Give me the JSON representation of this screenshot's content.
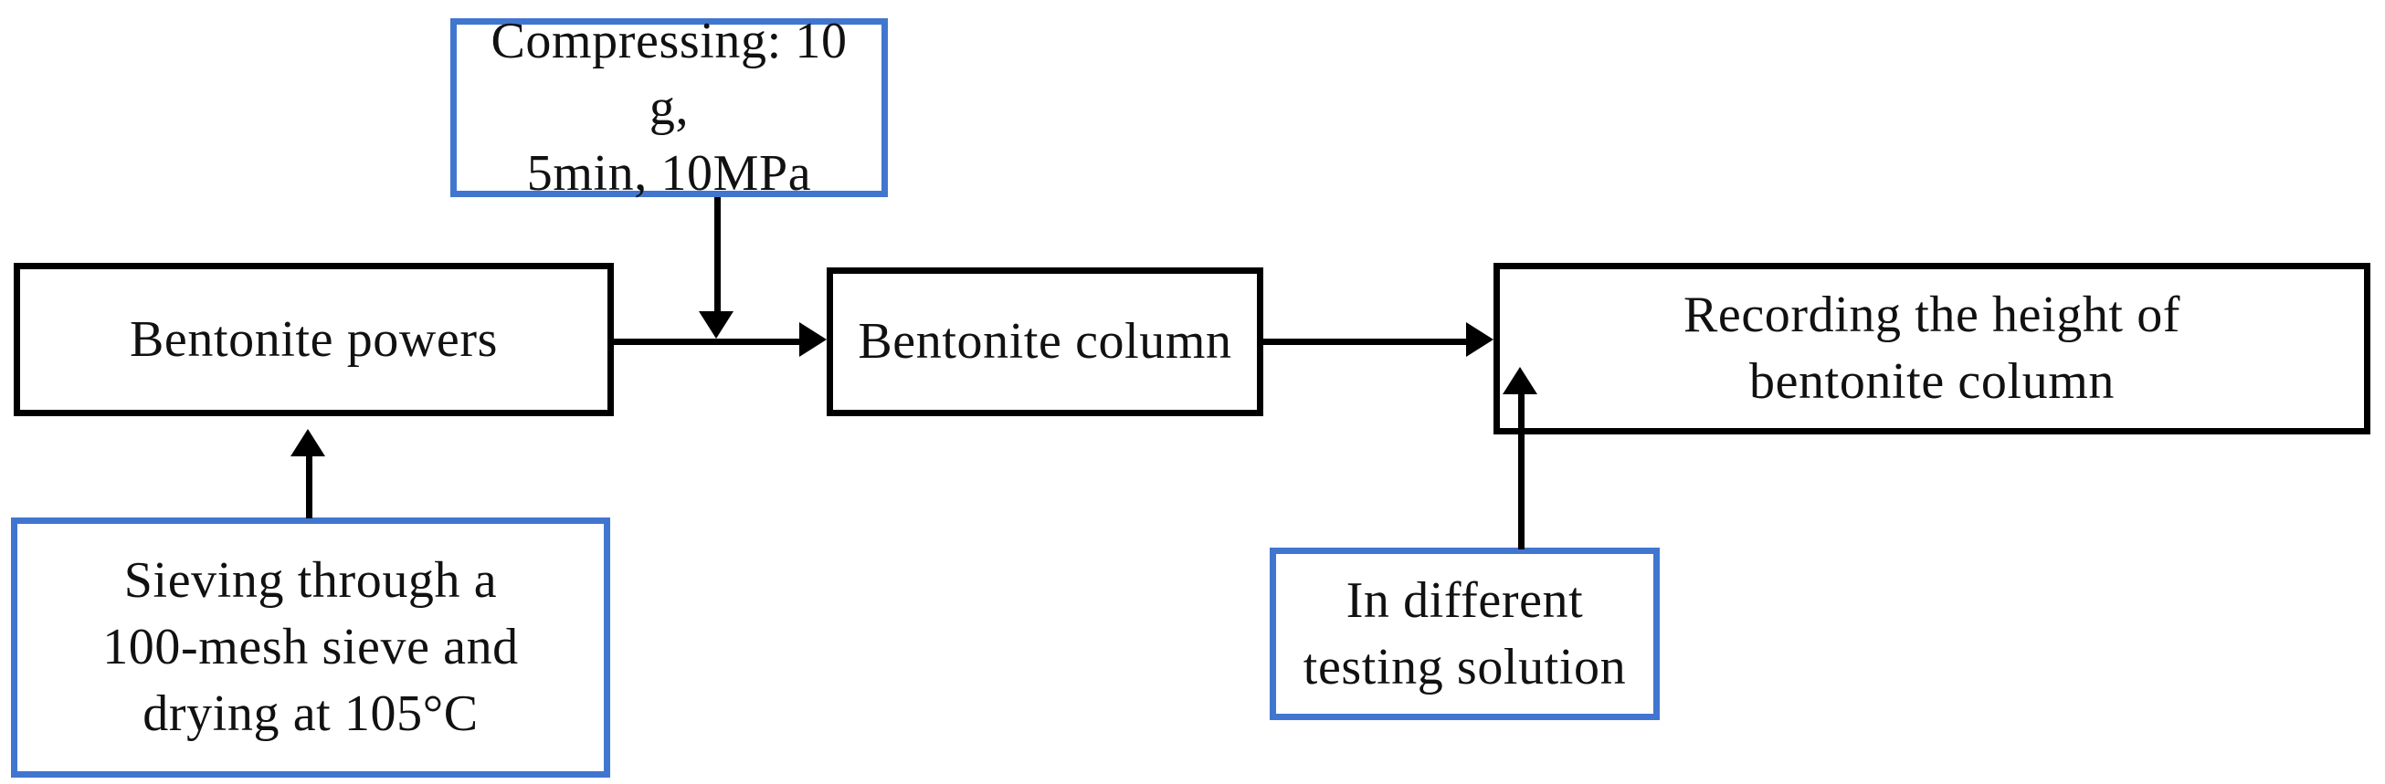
{
  "diagram": {
    "title": "Bentonite column swelling test procedure flowchart",
    "colors": {
      "process_border": "#000000",
      "condition_border": "#4176D0",
      "text": "#111111",
      "background": "#ffffff"
    },
    "nodes": [
      {
        "id": "bentonite-powders",
        "label": "Bentonite powers",
        "kind": "process",
        "border_color": "#000000"
      },
      {
        "id": "bentonite-column",
        "label": "Bentonite column",
        "kind": "process",
        "border_color": "#000000"
      },
      {
        "id": "recording-height",
        "label": "Recording the height of\nbentonite column",
        "kind": "process",
        "border_color": "#000000"
      },
      {
        "id": "compressing",
        "label": "Compressing:  10 g,\n5min, 10MPa",
        "kind": "condition",
        "border_color": "#4176D0"
      },
      {
        "id": "sieving",
        "label": "Sieving through a\n100-mesh sieve and\ndrying at 105°C",
        "kind": "condition",
        "border_color": "#4176D0"
      },
      {
        "id": "testing-solution",
        "label": "In different\ntesting solution",
        "kind": "condition",
        "border_color": "#4176D0"
      }
    ],
    "edges": [
      {
        "id": "powders-to-column",
        "from": "bentonite-powders",
        "to": "bentonite-column",
        "direction": "right"
      },
      {
        "id": "column-to-recording",
        "from": "bentonite-column",
        "to": "recording-height",
        "direction": "right"
      },
      {
        "id": "compressing-to-flow",
        "from": "compressing",
        "to": "bentonite-column",
        "direction": "down"
      },
      {
        "id": "sieving-to-powders",
        "from": "sieving",
        "to": "bentonite-powders",
        "direction": "up"
      },
      {
        "id": "solution-to-flow",
        "from": "testing-solution",
        "to": "recording-height",
        "direction": "up"
      }
    ]
  }
}
